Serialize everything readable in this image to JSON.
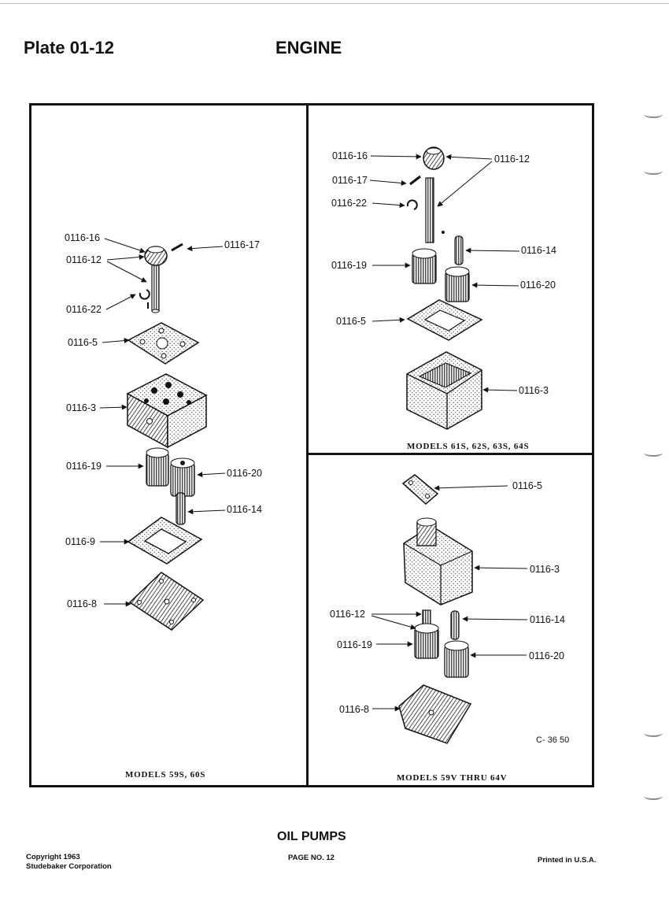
{
  "header": {
    "plate": "Plate 01-12",
    "section": "ENGINE"
  },
  "panels": {
    "left": {
      "caption": "MODELS 59S, 60S",
      "labels": [
        "0116-16",
        "0116-12",
        "0116-17",
        "0116-22",
        "0116-5",
        "0116-3",
        "0116-19",
        "0116-20",
        "0116-14",
        "0116-9",
        "0116-8"
      ]
    },
    "top_right": {
      "caption": "MODELS 61S, 62S, 63S, 64S",
      "labels": [
        "0116-16",
        "0116-17",
        "0116-22",
        "0116-12",
        "0116-14",
        "0116-19",
        "0116-20",
        "0116-5",
        "0116-3"
      ]
    },
    "bottom_right": {
      "caption": "MODELS 59V THRU 64V",
      "labels": [
        "0116-5",
        "0116-3",
        "0116-12",
        "0116-14",
        "0116-19",
        "0116-20",
        "0116-8"
      ],
      "code": "C- 36 50"
    }
  },
  "footer": {
    "title": "OIL PUMPS",
    "copyright": "Copyright 1963",
    "corporation": "Studebaker Corporation",
    "page": "PAGE NO. 12",
    "printed": "Printed in U.S.A."
  }
}
